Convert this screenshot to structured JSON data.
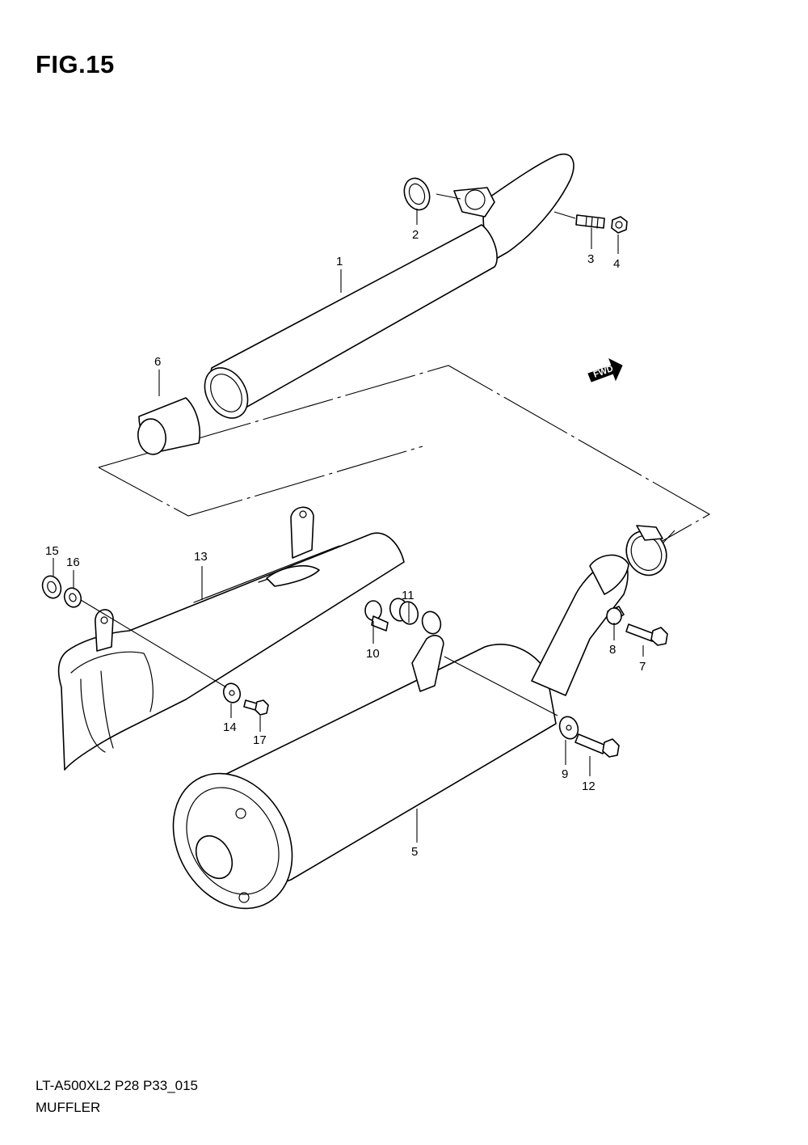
{
  "figure": {
    "title": "FIG.15",
    "model_code": "LT-A500XL2 P28 P33_015",
    "section_name": "MUFFLER"
  },
  "direction_marker": {
    "label": "FWD",
    "icon": "fwd-arrow-icon"
  },
  "callouts": [
    "1",
    "2",
    "3",
    "4",
    "5",
    "6",
    "7",
    "8",
    "9",
    "10",
    "11",
    "12",
    "13",
    "14",
    "15",
    "16",
    "17"
  ]
}
